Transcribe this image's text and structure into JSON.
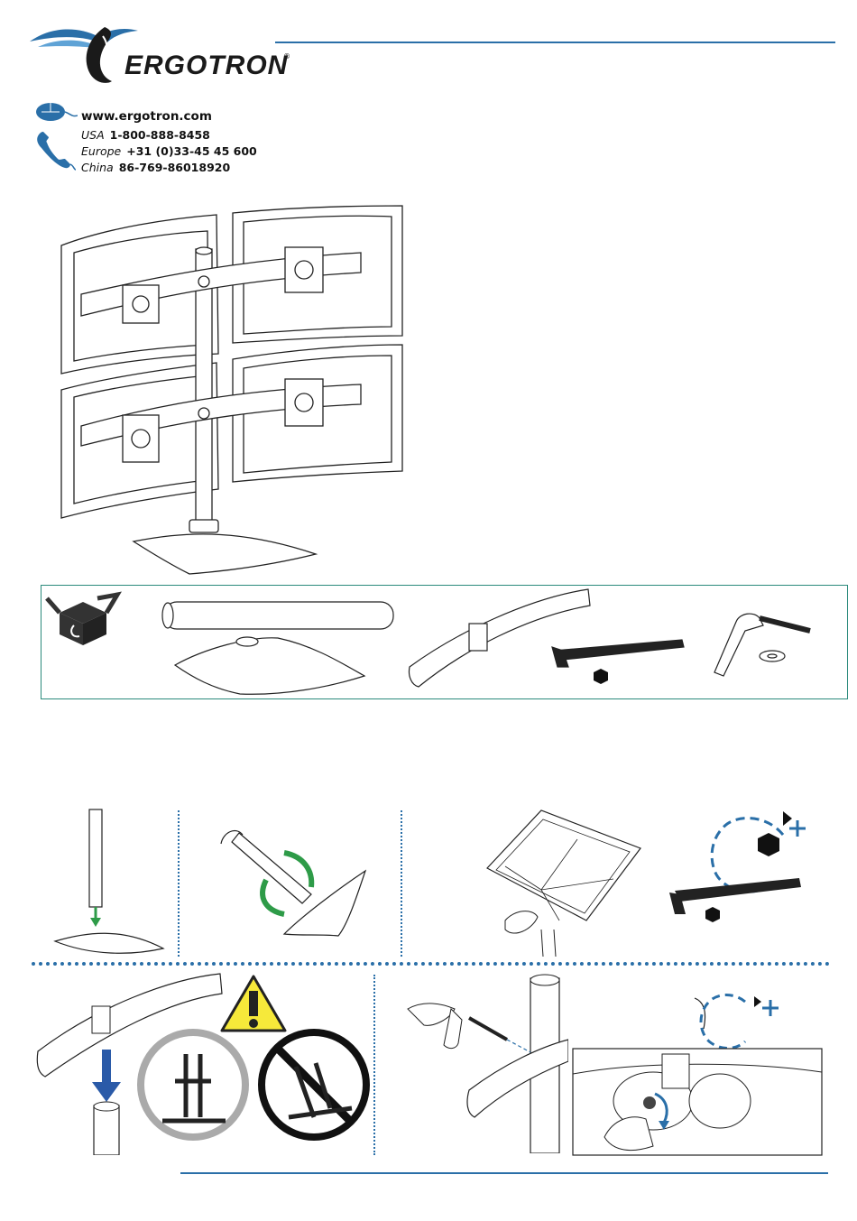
{
  "brand": {
    "name": "ERGOTRON",
    "registered": "®"
  },
  "contact": {
    "web": "www.ergotron.com",
    "phones": [
      {
        "region": "USA",
        "number": "1-800-888-8458"
      },
      {
        "region": "Europe",
        "number": "+31 (0)33-45 45 600"
      },
      {
        "region": "China",
        "number": "86-769-86018920"
      }
    ]
  },
  "icons": {
    "logo": "ergotron-logo-icon",
    "mouse": "mouse-icon",
    "phone": "phone-icon",
    "box": "package-contents-icon",
    "warning": "warning-icon",
    "tighten": "rotate-tighten-icon"
  },
  "colors": {
    "accent": "#2a6fa8",
    "warning": "#f6e93a",
    "green": "#2e9b48",
    "box_border": "#2b8a7c"
  }
}
